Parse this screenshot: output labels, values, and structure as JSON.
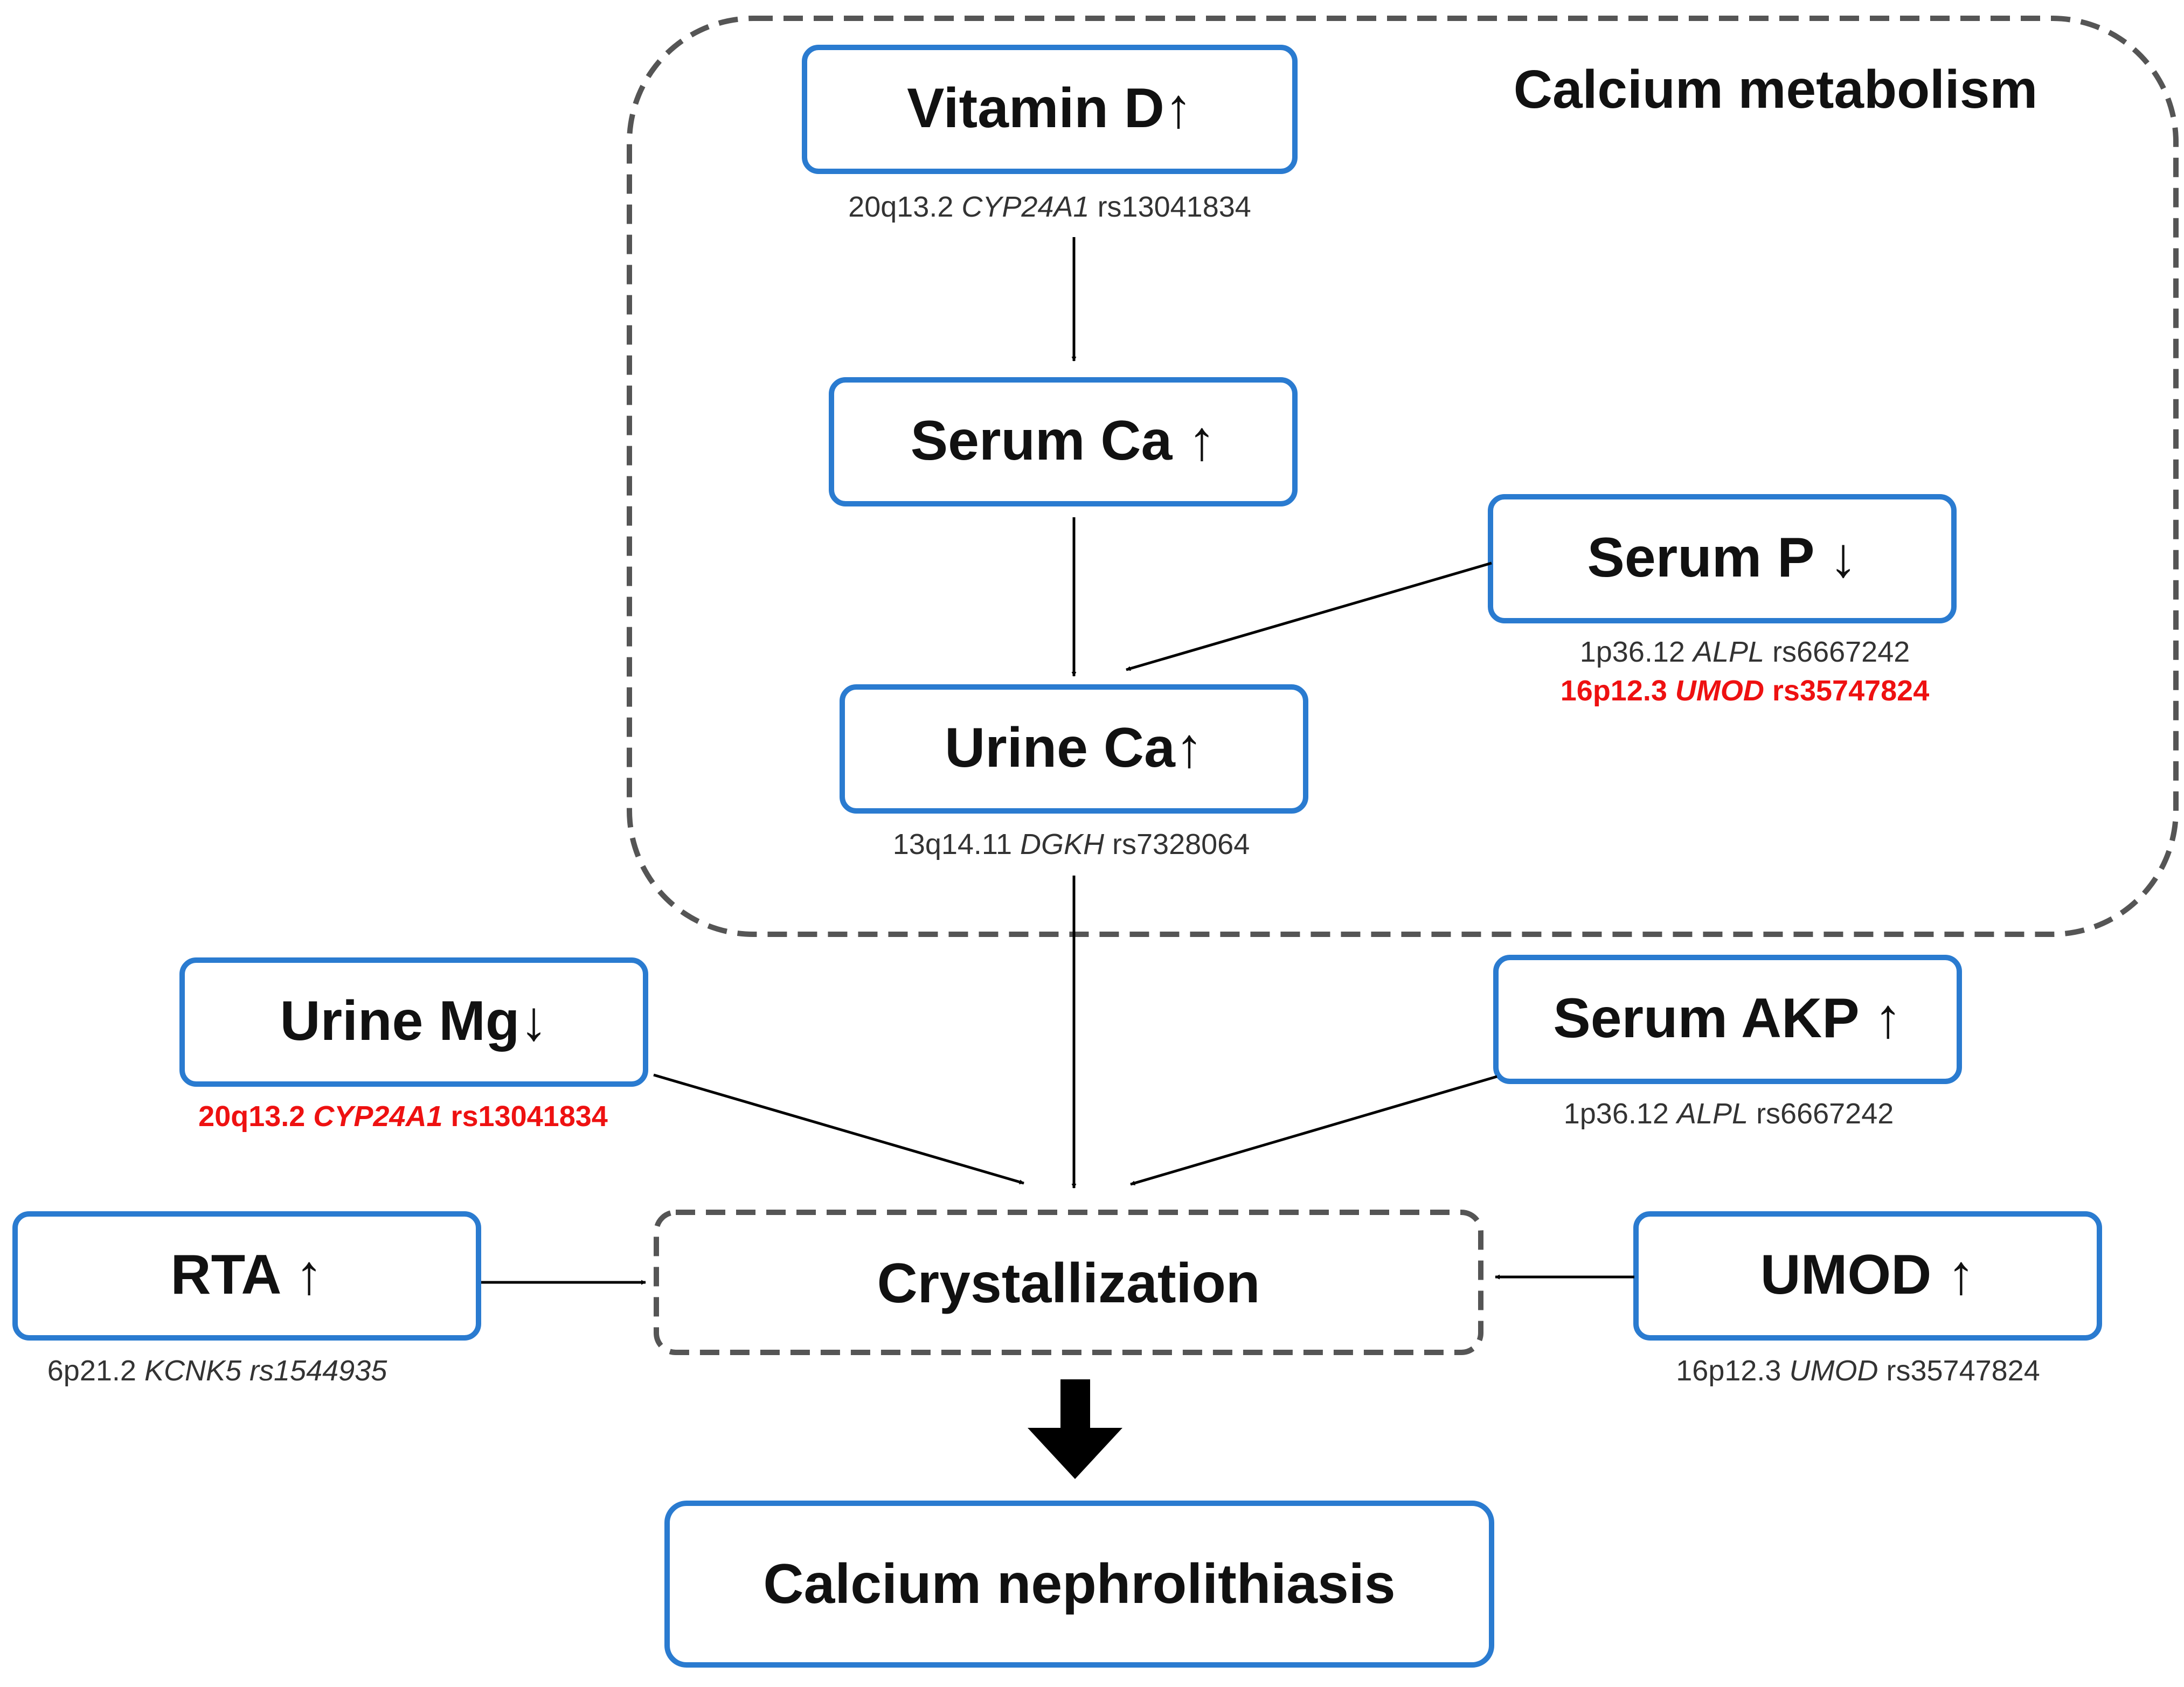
{
  "region": {
    "label": "Calcium metabolism"
  },
  "nodes": {
    "vitamin_d": {
      "label": "Vitamin D↑"
    },
    "serum_ca": {
      "label": "Serum Ca ↑"
    },
    "serum_p": {
      "label": "Serum P ↓"
    },
    "urine_ca": {
      "label": "Urine Ca↑"
    },
    "urine_mg": {
      "label": "Urine Mg↓"
    },
    "serum_akp": {
      "label": "Serum AKP ↑"
    },
    "rta": {
      "label": "RTA ↑"
    },
    "crystallization": {
      "label": "Crystallization"
    },
    "umod": {
      "label": "UMOD ↑"
    },
    "nephrolithiasis": {
      "label": "Calcium nephrolithiasis"
    }
  },
  "annotations": {
    "vitamin_d": {
      "locus": "20q13.2",
      "gene": "CYP24A1",
      "snp": "rs13041834",
      "highlight": false
    },
    "serum_p_1": {
      "locus": "1p36.12",
      "gene": "ALPL",
      "snp": "rs6667242",
      "highlight": false
    },
    "serum_p_2": {
      "locus": "16p12.3",
      "gene": "UMOD",
      "snp": "rs35747824",
      "highlight": true
    },
    "urine_ca": {
      "locus": "13q14.11",
      "gene": "DGKH",
      "snp": "rs7328064",
      "highlight": false
    },
    "urine_mg": {
      "locus": "20q13.2",
      "gene": "CYP24A1",
      "snp": "rs13041834",
      "highlight": true
    },
    "serum_akp": {
      "locus": "1p36.12",
      "gene": "ALPL",
      "snp": "rs6667242",
      "highlight": false
    },
    "rta": {
      "locus": "6p21.2",
      "gene": "KCNK5",
      "snp": "rs1544935",
      "highlight": false
    },
    "umod": {
      "locus": "16p12.3",
      "gene": "UMOD",
      "snp": "rs35747824",
      "highlight": false
    }
  },
  "colors": {
    "box_border": "#2a7bd0",
    "dashed_border": "#555555",
    "highlight_text": "#ee1111",
    "arrow": "#000000"
  }
}
